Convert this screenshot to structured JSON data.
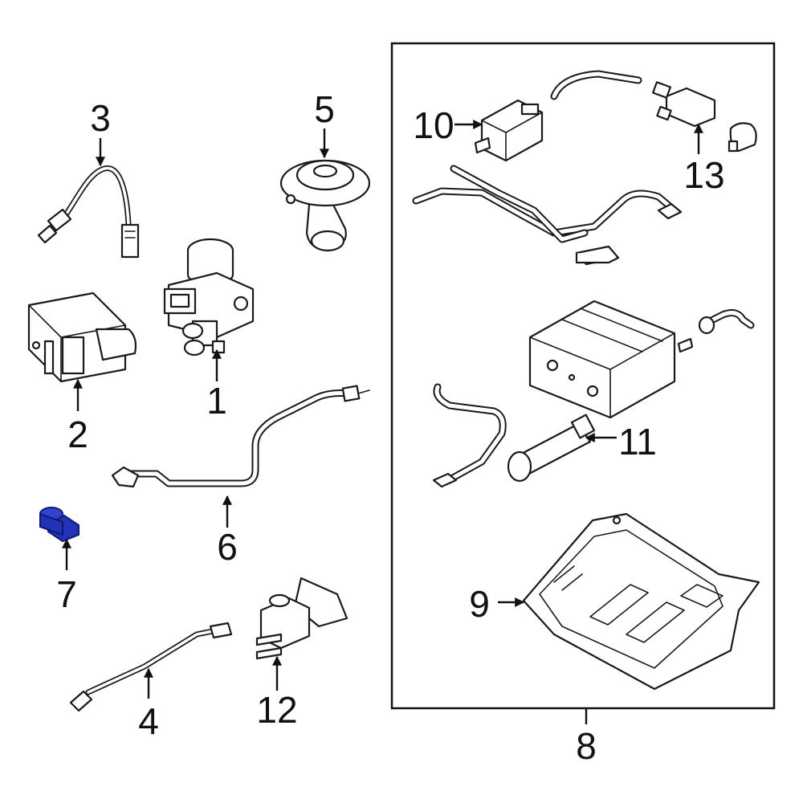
{
  "callouts": {
    "c1": "1",
    "c2": "2",
    "c3": "3",
    "c4": "4",
    "c5": "5",
    "c6": "6",
    "c7": "7",
    "c8": "8",
    "c9": "9",
    "c10": "10",
    "c11": "11",
    "c12": "12",
    "c13": "13"
  },
  "colors": {
    "highlight": "#2233b8",
    "line": "#1a1a1a",
    "background": "#ffffff"
  }
}
